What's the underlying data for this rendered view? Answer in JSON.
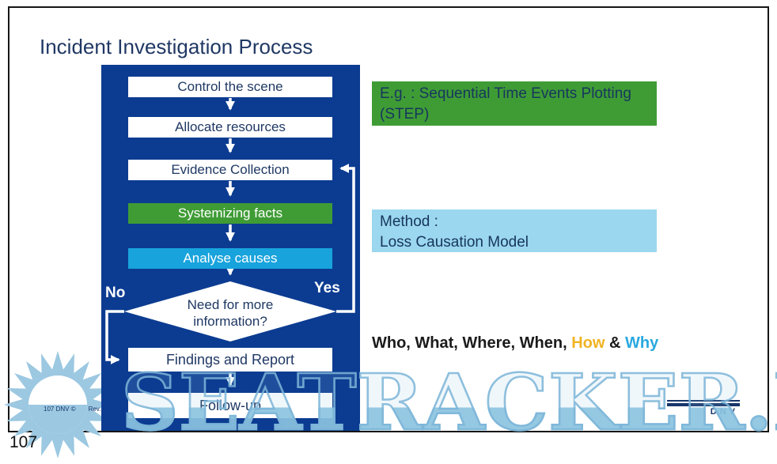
{
  "slide": {
    "title": "Incident Investigation Process",
    "page_number": "107",
    "footer_left": "107 DNV ©",
    "footer_rev": "Rev.",
    "logo_text": "DNV"
  },
  "flowchart": {
    "steps": [
      {
        "label": "Control the scene",
        "style": "white"
      },
      {
        "label": "Allocate resources",
        "style": "white"
      },
      {
        "label": "Evidence Collection",
        "style": "white"
      },
      {
        "label": "Systemizing facts",
        "style": "green"
      },
      {
        "label": "Analyse causes",
        "style": "cyan"
      }
    ],
    "decision": {
      "label": "Need for more information?",
      "no_label": "No",
      "yes_label": "Yes"
    },
    "findings": "Findings and Report",
    "follow_up": "Follow-up"
  },
  "annotations": {
    "step_note": "E.g. : Sequential Time Events Plotting (STEP)",
    "method_line1": "Method :",
    "method_line2": "Loss Causation Model",
    "questions": [
      {
        "text": "Who, What, Where, When, ",
        "color": "#1a1a1a"
      },
      {
        "text": "How",
        "color": "#f0b323"
      },
      {
        "text": " & ",
        "color": "#1a1a1a"
      },
      {
        "text": "Why",
        "color": "#29a8e0"
      }
    ]
  },
  "watermark": {
    "text": "SEATRACKER.RU",
    "color": "#8cc4e0"
  },
  "colors": {
    "panel_blue": "#0c3c91",
    "flow_green": "#3f9c35",
    "flow_cyan": "#18a3dc",
    "note_pale_blue": "#9bd7ee",
    "navy_text": "#1f3864"
  }
}
